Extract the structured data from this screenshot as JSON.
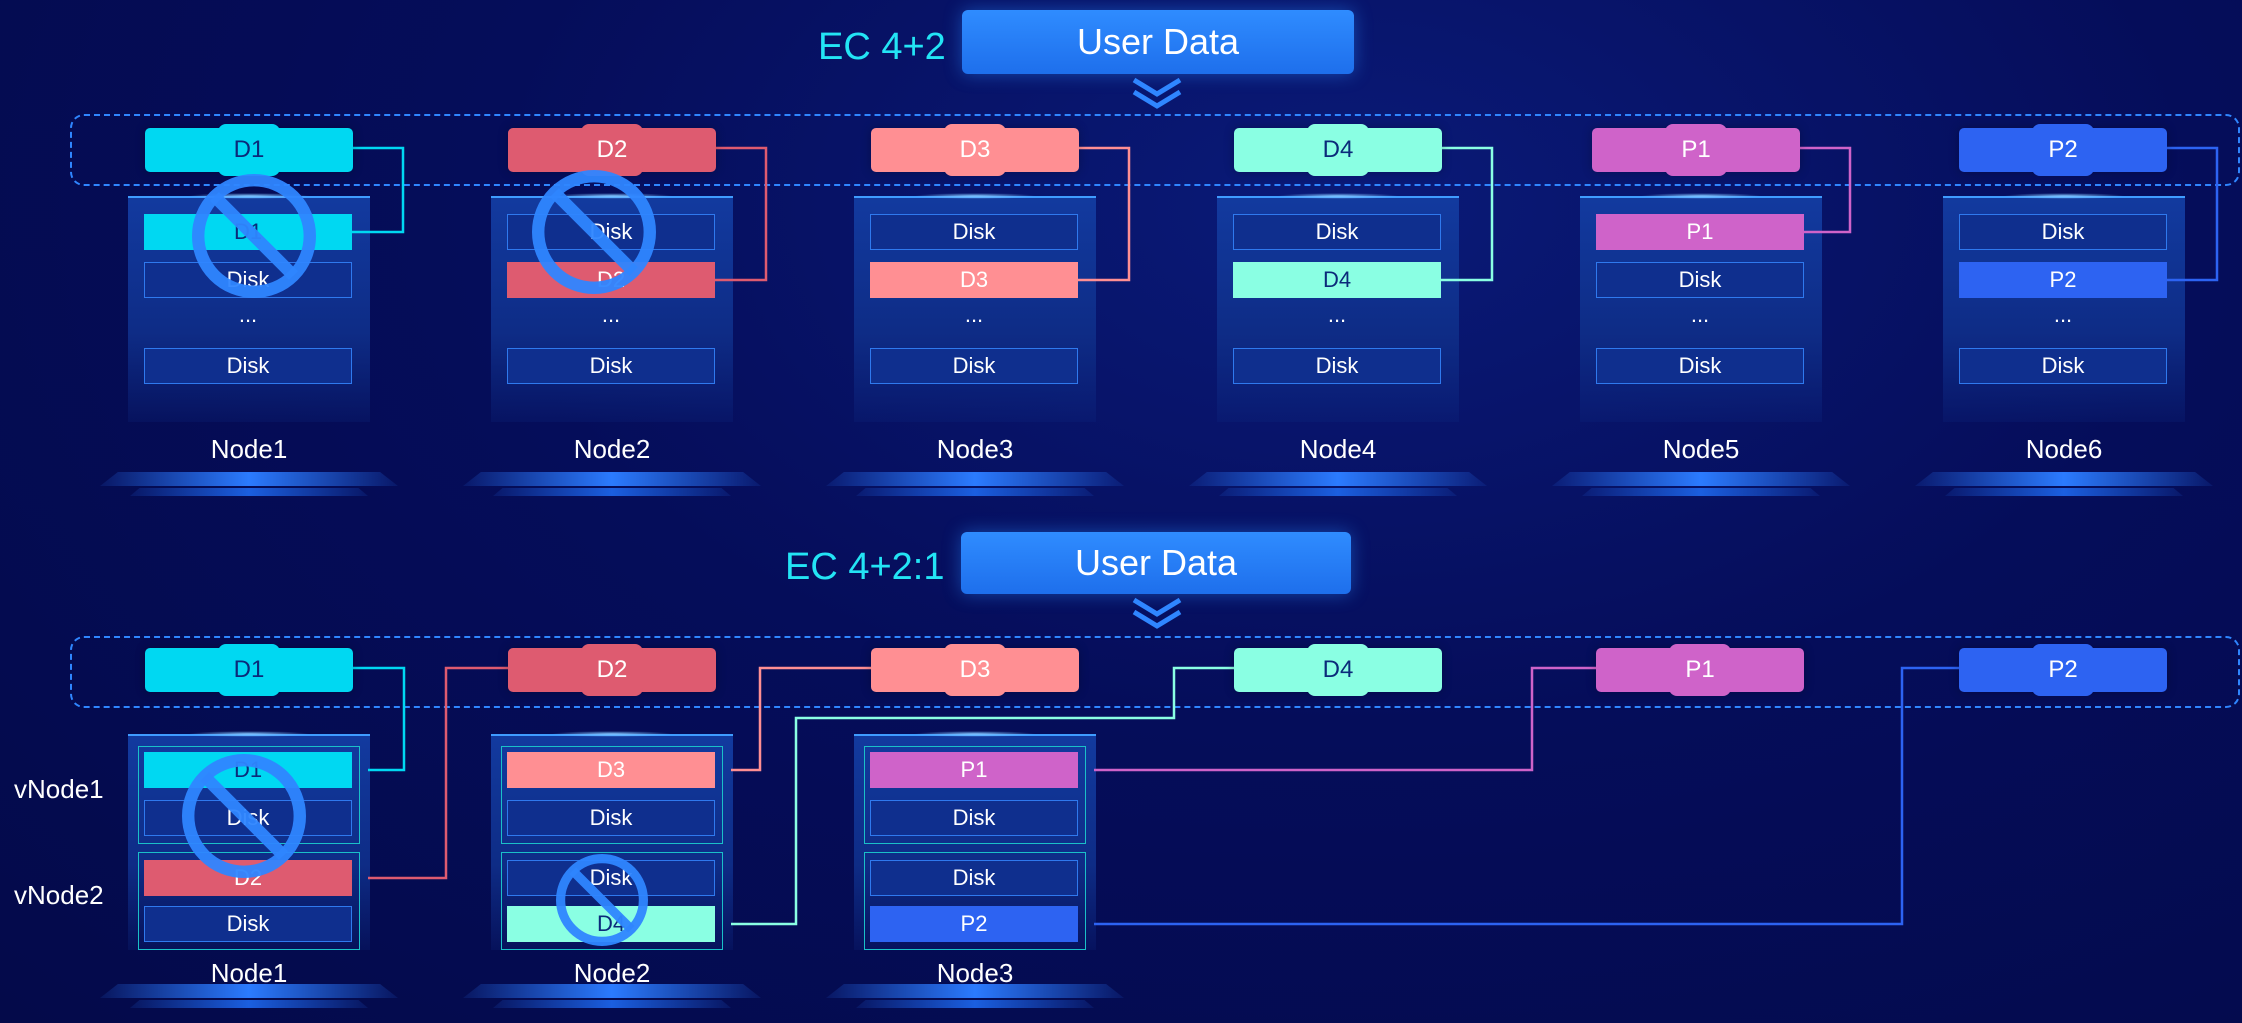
{
  "diagram_top": {
    "label": "EC 4+2",
    "user_data": "User Data",
    "chunks": [
      {
        "label": "D1",
        "color": "#00d8f2",
        "text_color": "#0b2a7a"
      },
      {
        "label": "D2",
        "color": "#de5b70",
        "text_color": "#ffffff"
      },
      {
        "label": "D3",
        "color": "#ff8f93",
        "text_color": "#ffffff"
      },
      {
        "label": "D4",
        "color": "#8affe3",
        "text_color": "#0b2a7a"
      },
      {
        "label": "P1",
        "color": "#cf63c9",
        "text_color": "#ffffff"
      },
      {
        "label": "P2",
        "color": "#2d63f2",
        "text_color": "#ffffff"
      }
    ],
    "nodes": [
      {
        "name": "Node1",
        "slots": [
          "D1",
          "Disk",
          "...",
          "Disk"
        ],
        "failed": true
      },
      {
        "name": "Node2",
        "slots": [
          "Disk",
          "D2",
          "...",
          "Disk"
        ],
        "failed": true
      },
      {
        "name": "Node3",
        "slots": [
          "Disk",
          "D3",
          "...",
          "Disk"
        ],
        "failed": false
      },
      {
        "name": "Node4",
        "slots": [
          "Disk",
          "D4",
          "...",
          "Disk"
        ],
        "failed": false
      },
      {
        "name": "Node5",
        "slots": [
          "P1",
          "Disk",
          "...",
          "Disk"
        ],
        "failed": false
      },
      {
        "name": "Node6",
        "slots": [
          "Disk",
          "P2",
          "...",
          "Disk"
        ],
        "failed": false
      }
    ]
  },
  "diagram_bottom": {
    "label": "EC 4+2:1",
    "user_data": "User Data",
    "chunks": [
      "D1",
      "D2",
      "D3",
      "D4",
      "P1",
      "P2"
    ],
    "vnode_labels": [
      "vNode1",
      "vNode2"
    ],
    "nodes": [
      {
        "name": "Node1",
        "vnode1": [
          "D1",
          "Disk"
        ],
        "vnode2": [
          "D2",
          "Disk"
        ]
      },
      {
        "name": "Node2",
        "vnode1": [
          "D3",
          "Disk"
        ],
        "vnode2": [
          "Disk",
          "D4"
        ]
      },
      {
        "name": "Node3",
        "vnode1": [
          "P1",
          "Disk"
        ],
        "vnode2": [
          "Disk",
          "P2"
        ]
      }
    ]
  },
  "colors": {
    "background": "#050d5a",
    "accent_cyan": "#23e4f5",
    "user_data_blue": "#2f8cff",
    "fail_icon": "#2f86ff",
    "disk_slot": "#0f2f8e"
  },
  "icons": {
    "failure": "prohibited-icon",
    "arrow": "chevron-down-icon"
  }
}
